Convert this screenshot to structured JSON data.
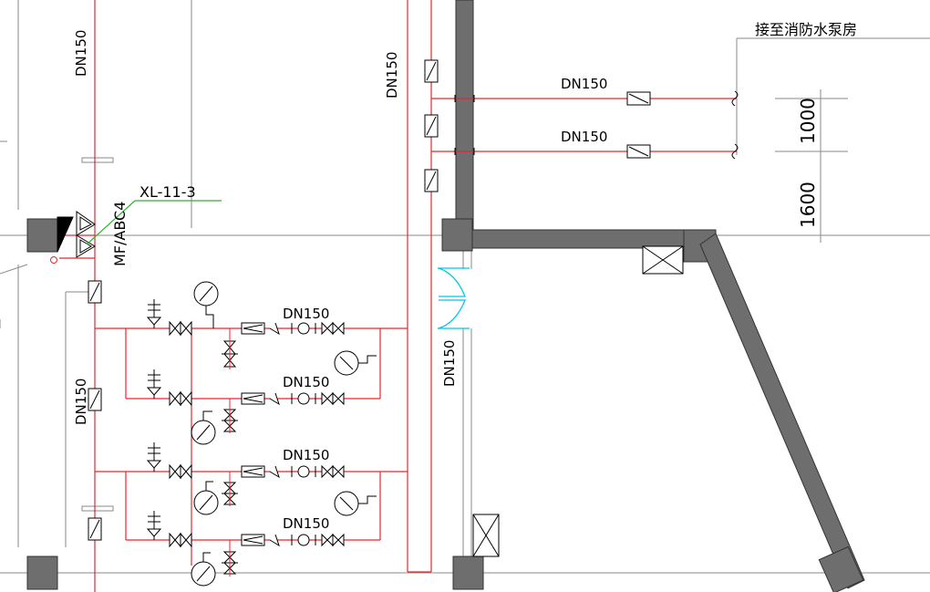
{
  "drawing": {
    "pump_room_note": "接至消防水泵房",
    "riser_label": "XL-11-3",
    "extinguisher_label": "MF/ABC4",
    "dim_upper": "1000",
    "dim_lower": "1600",
    "pipe_labels": {
      "left_vertical_top": "DN150",
      "left_vertical_bottom": "DN150",
      "mid_vertical": "DN150",
      "door_vertical": "DN150",
      "right_top": "DN150",
      "right_bottom": "DN150",
      "valve_row_1": "DN150",
      "valve_row_2": "DN150",
      "valve_row_3": "DN150",
      "valve_row_4": "DN150"
    },
    "colors": {
      "pipe": "#e8262d",
      "wall_fill": "#6e6e6e",
      "riser_leader": "#2db52d",
      "door": "#00c8e6",
      "line": "#000000"
    }
  }
}
